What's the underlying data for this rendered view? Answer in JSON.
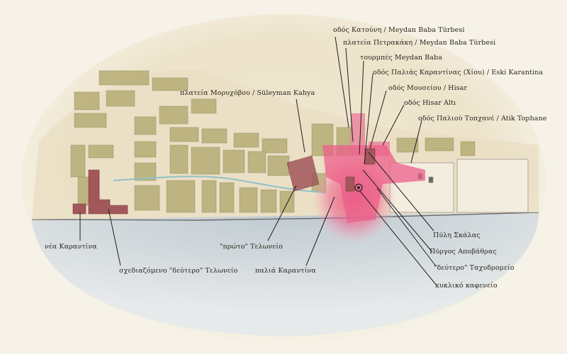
{
  "map": {
    "labels": {
      "odos_katouni": "οδός Κατούνη / Meydan Baba Türbesi",
      "plateia_petrakaki": "πλατεία Πετρακάκη / Meydan Baba Türbesi",
      "tourbes": "τουρμπές Meydan Baba",
      "odos_palaias_karantinas": "οδός Παλιάς Καραντίνας (Χίου) / Eski Karantina",
      "odos_mousaiou": "οδός Μουσείου / Hisar",
      "odos_hisar_alti": "οδός Hisar Altı",
      "odos_paliou_topxane": "οδός Παλιού Τοπχανέ / Atik Tophane",
      "plateia_morichovou": "πλατεία Μορυχόβου / Süleyman Kahya",
      "nea_karantina": "νέα Καραντίνα",
      "schediazomeno_teloneio": "σχεδιαζόμενο \"δεύτερο\" Τελωνείο",
      "proto_teloneio": "\"πρώτο\" Τελωνείο",
      "palia_karantina": "παλιά Καραντίνα",
      "pyli_skalas": "Πύλη Σκάλας",
      "pyrgos_apovathras": "Πύργος Αποβάθρας",
      "deftero_tachydromeio": "\"δεύτερο\" Ταχυδρομείο",
      "kykliko_kafeneio": "κυκλικό καφενείο"
    },
    "colors": {
      "background": "#f6f2e7",
      "paper": "#efe6cf",
      "blocks": "#b9b07a",
      "sea": "#c9d3d9",
      "highlight": "#ec5f8a",
      "building_red": "#a2575b",
      "leader": "#1f1f1f"
    }
  }
}
